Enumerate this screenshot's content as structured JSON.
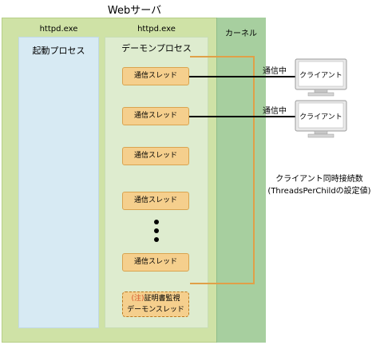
{
  "server": {
    "title": "Webサーバ",
    "kernel_label": "カーネル"
  },
  "process_left": {
    "exe_label": "httpd.exe",
    "name": "起動プロセス"
  },
  "process_right": {
    "exe_label": "httpd.exe",
    "name": "デーモンプロセス",
    "threads": [
      "通信スレッド",
      "通信スレッド",
      "通信スレッド",
      "通信スレッド",
      "通信スレッド"
    ],
    "monitor_thread": {
      "note_mark": "(注)",
      "line1": "証明書監視",
      "line2": "デーモンスレッド"
    }
  },
  "connections": [
    {
      "status": "通信中",
      "client": "クライアント"
    },
    {
      "status": "通信中",
      "client": "クライアント"
    }
  ],
  "annotation": {
    "line1": "クライアント同時接続数",
    "line2": "(ThreadsPerChildの設定値)"
  },
  "colors": {
    "server_bg": "#cfe2a6",
    "kernel_bg": "#a7cf9f",
    "bracket": "#e0a048",
    "thread_fill": "#f5cf8d"
  }
}
